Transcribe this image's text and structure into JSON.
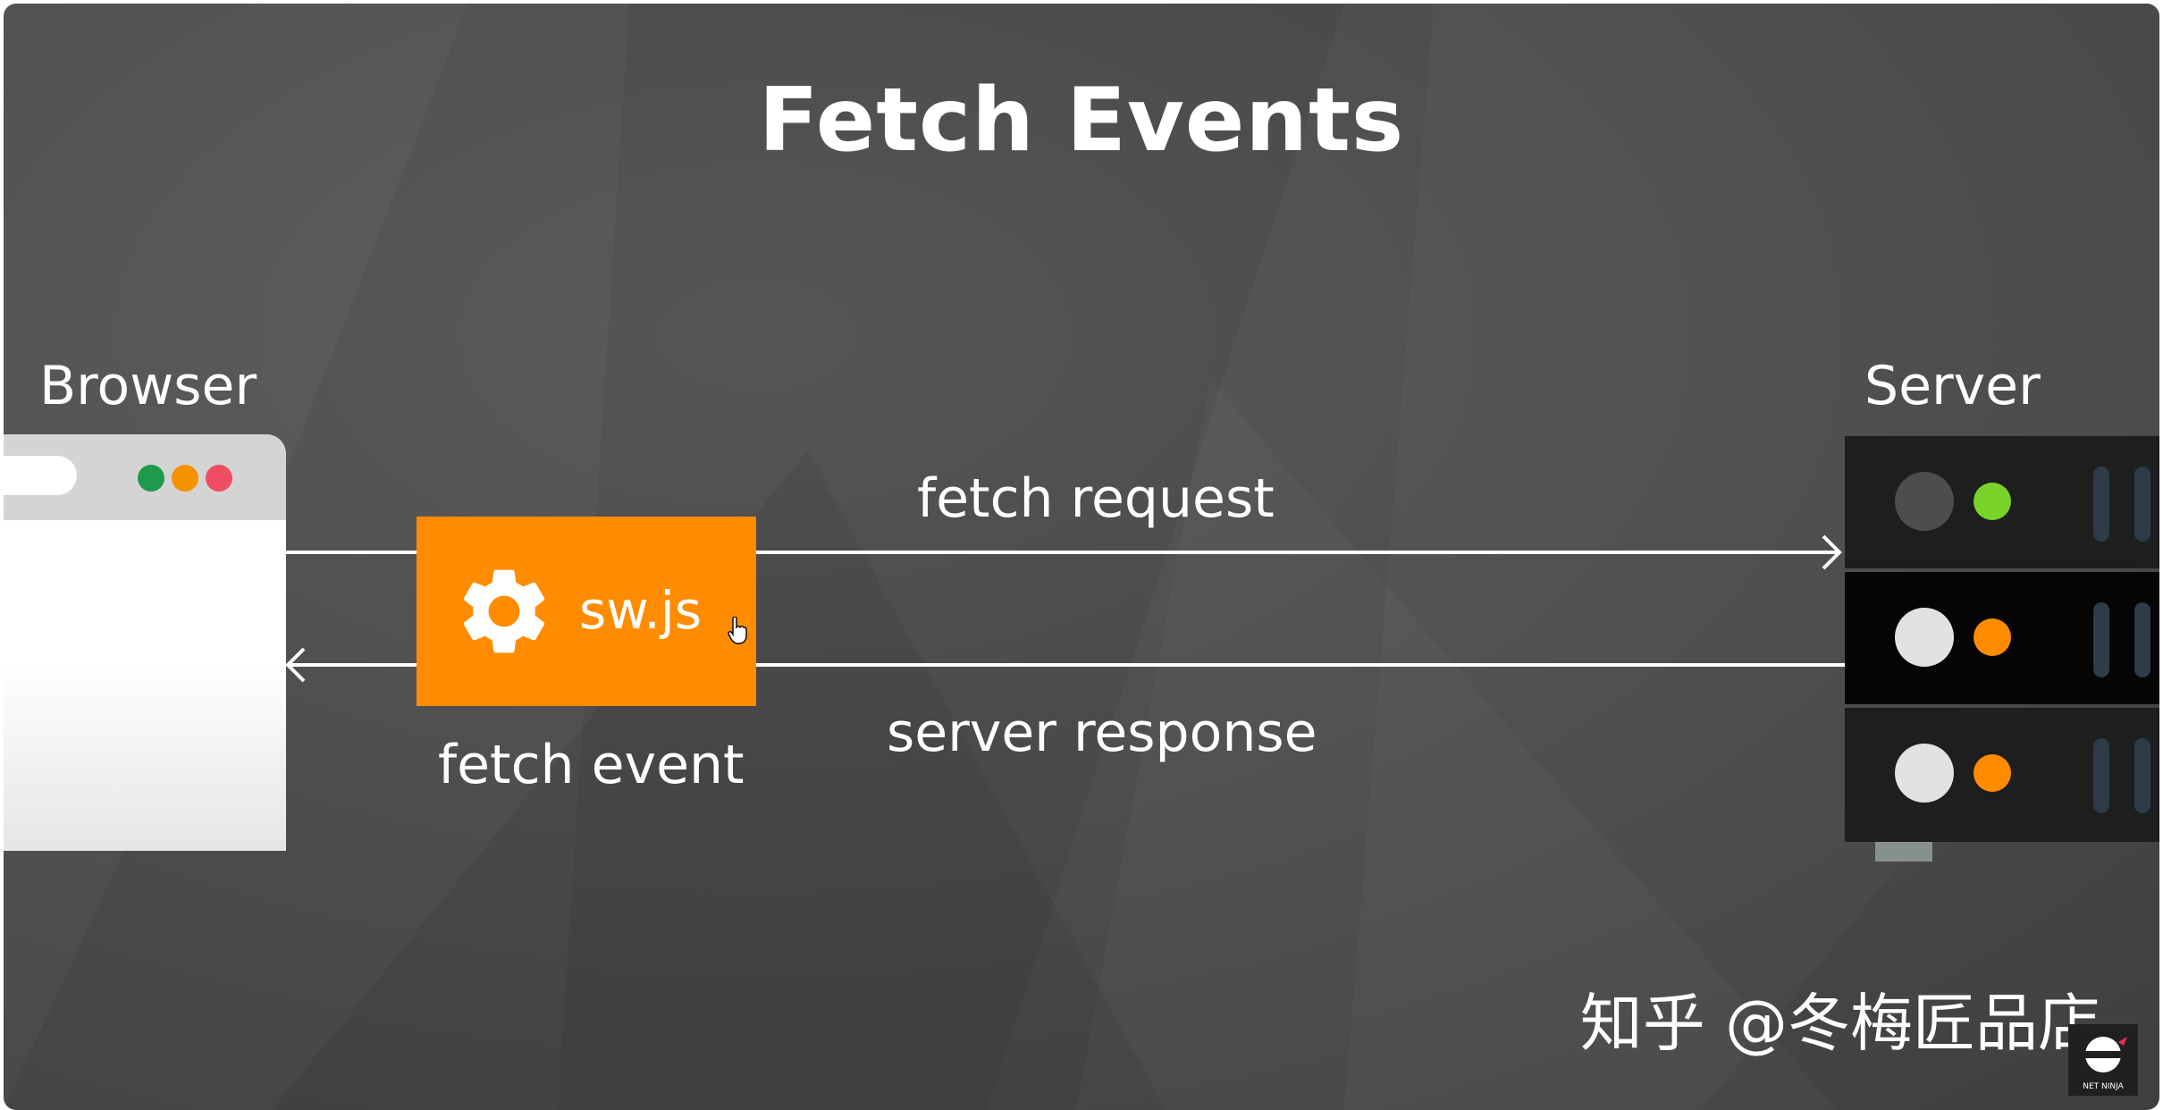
{
  "diagram": {
    "title": "Fetch Events",
    "browser_label": "Browser",
    "server_label": "Server",
    "service_worker_label": "sw.js",
    "service_worker_caption": "fetch event",
    "request_label": "fetch request",
    "response_label": "server response"
  },
  "watermark": {
    "text": "知乎 @冬梅匠品店",
    "logo_text": "NET NINJA"
  },
  "colors": {
    "background": "#4e4e4e",
    "service_worker_box": "#ff8c00",
    "arrow": "#ffffff",
    "browser_dots": [
      "#1f9a4c",
      "#f59200",
      "#ef4d64"
    ],
    "server_leds": [
      "#79d22a",
      "#ff8c00",
      "#ff8c00"
    ]
  },
  "icons": {
    "service_worker": "gear-icon",
    "pointer": "hand-cursor-icon"
  }
}
